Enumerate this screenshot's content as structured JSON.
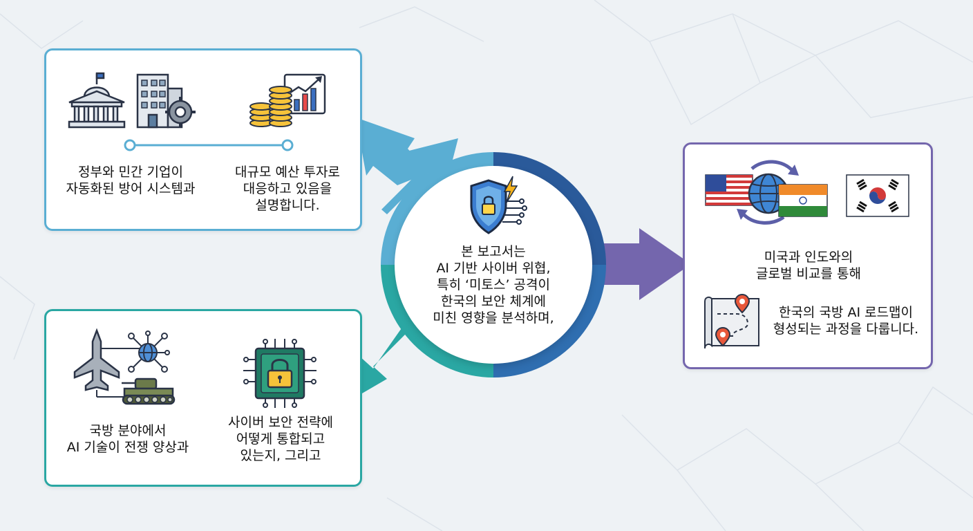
{
  "center": {
    "lines": [
      "본 보고서는",
      "AI 기반 사이버 위협,",
      "특히 ‘미토스’ 공격이",
      "한국의 보안 체계에",
      "미친 영향을 분석하며,"
    ],
    "icon": "shield-lock-icon"
  },
  "top_left": {
    "left_text": [
      "정부와 민간 기업이",
      "자동화된 방어 시스템과"
    ],
    "right_text": [
      "대규모 예산 투자로",
      "대응하고 있음을",
      "설명합니다."
    ],
    "icons": [
      "government-building-icon",
      "corporate-building-gear-icon",
      "coins-chart-icon"
    ]
  },
  "bottom_left": {
    "left_text": [
      "국방 분야에서",
      "AI 기술이 전쟁 양상과"
    ],
    "right_text": [
      "사이버 보안 전략에",
      "어떻게 통합되고",
      "있는지, 그리고"
    ],
    "icons": [
      "fighter-jet-icon",
      "network-globe-icon",
      "tank-icon",
      "circuit-chip-lock-icon"
    ]
  },
  "right": {
    "top_text": [
      "미국과 인도와의",
      "글로벌 비교를 통해"
    ],
    "bottom_text": [
      "한국의 국방 AI 로드맵이",
      "형성되는 과정을 다룹니다."
    ],
    "icons": [
      "us-flag-icon",
      "globe-exchange-icon",
      "india-flag-icon",
      "korea-flag-icon",
      "roadmap-icon"
    ]
  },
  "colors": {
    "blue": "#5aaed3",
    "teal": "#2aa7a3",
    "purple": "#7466ad",
    "navy": "#2a5a9a"
  }
}
